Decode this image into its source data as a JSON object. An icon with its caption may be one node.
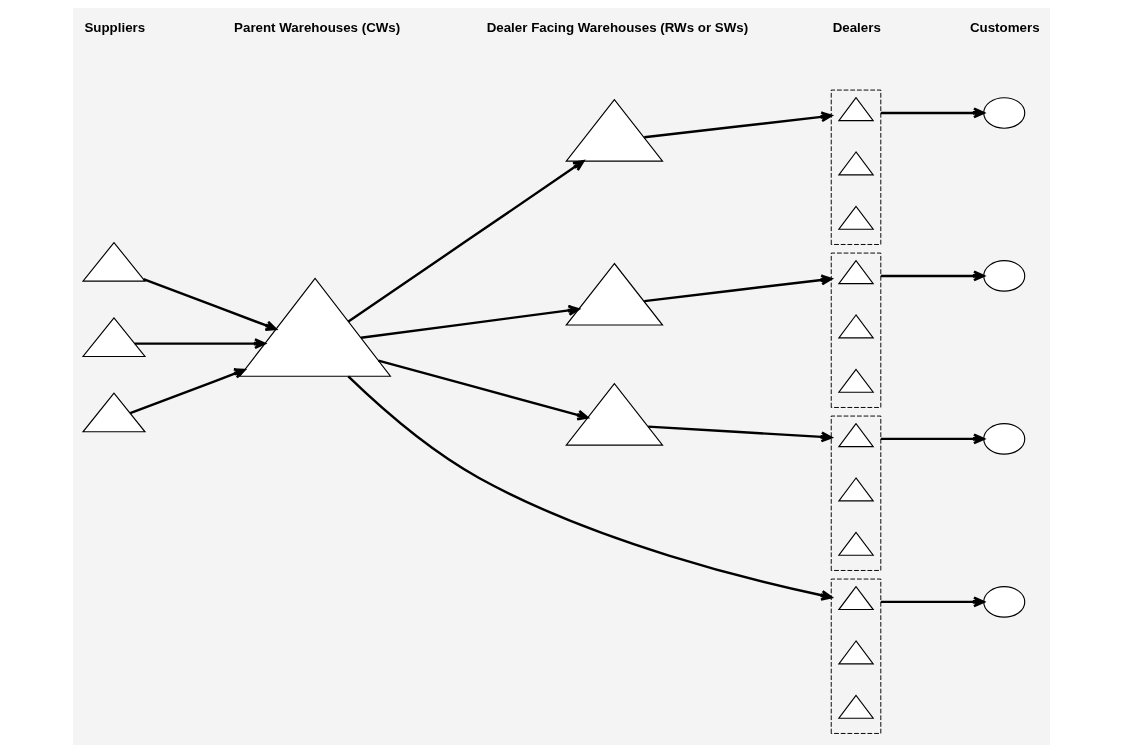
{
  "diagram": {
    "nodes": [
      {
        "text": [],
        "shape": "triangle"
      },
      {
        "text": [],
        "shape": "triangle"
      },
      {
        "text": [],
        "shape": "triangle"
      },
      {
        "text": [],
        "shape": "triangle"
      },
      {
        "text": [],
        "shape": "triangle"
      },
      {
        "text": [],
        "shape": "triangle"
      },
      {
        "text": [],
        "shape": "triangle"
      },
      {
        "text": [],
        "shape": "triangle"
      },
      {
        "text": [],
        "shape": "triangle",
        "in": 7
      },
      {
        "text": [],
        "shape": "triangle",
        "in": 7
      },
      {
        "text": [],
        "shape": "triangle",
        "in": 7
      },
      {
        "text": [],
        "shape": "triangle"
      },
      {
        "text": [],
        "shape": "triangle",
        "in": 11
      },
      {
        "text": [],
        "shape": "triangle",
        "in": 11
      },
      {
        "text": [],
        "shape": "triangle",
        "in": 11
      },
      {
        "text": [],
        "shape": "triangle"
      },
      {
        "text": [],
        "shape": "triangle",
        "in": 15
      },
      {
        "text": [],
        "shape": "triangle",
        "in": 15
      },
      {
        "text": [],
        "shape": "triangle",
        "in": 15
      },
      {
        "text": [],
        "shape": "triangle"
      },
      {
        "text": [],
        "shape": "triangle",
        "in": 19
      },
      {
        "text": [],
        "shape": "triangle",
        "in": 19
      },
      {
        "text": [],
        "shape": "triangle",
        "in": 19
      },
      {
        "text": [],
        "shape": "circle"
      },
      {
        "text": [],
        "shape": "circle"
      },
      {
        "text": [],
        "shape": "circle"
      },
      {
        "text": [],
        "shape": "circle"
      }
    ],
    "edges": [
      {
        "from": 0,
        "to": 3,
        "arrow": "to"
      },
      {
        "from": 1,
        "to": 3,
        "arrow": "to"
      },
      {
        "from": 2,
        "to": 3,
        "arrow": "to"
      },
      {
        "from": 3,
        "to": 4,
        "arrow": "to"
      },
      {
        "from": 3,
        "to": 5,
        "arrow": "to"
      },
      {
        "from": 3,
        "to": 6,
        "arrow": "to"
      },
      {
        "from": 3,
        "to": 19,
        "arrow": "to"
      },
      {
        "from": 4,
        "to": 7,
        "arrow": "to"
      },
      {
        "from": 5,
        "to": 11,
        "arrow": "to"
      },
      {
        "from": 6,
        "to": 15,
        "arrow": "to"
      },
      {
        "from": 7,
        "to": 23,
        "arrow": "to"
      },
      {
        "from": 11,
        "to": 24,
        "arrow": "to"
      },
      {
        "from": 15,
        "to": 25,
        "arrow": "to"
      },
      {
        "from": 19,
        "to": 26,
        "arrow": "to"
      }
    ],
    "labels": [
      "Suppliers",
      "Parent Warehouses (CWs)",
      "Dealer Facing Warehouses (RWs or SWs)",
      "Dealers",
      "Customers"
    ]
  }
}
